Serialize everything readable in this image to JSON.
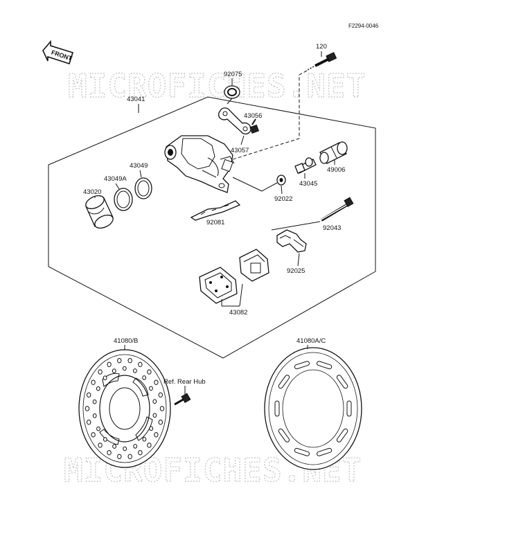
{
  "diagram_code": "F2294-0046",
  "front_arrow_label": "FRONT",
  "watermark": "MICROFICHES.NET",
  "callouts": {
    "p120": "120",
    "p92075": "92075",
    "p43041": "43041",
    "p43056": "43056",
    "p43057": "43057",
    "p43049": "43049",
    "p43049A": "43049A",
    "p43020": "43020",
    "p49006": "49006",
    "p43045": "43045",
    "p92022": "92022",
    "p92081": "92081",
    "p92043": "92043",
    "p92025": "92025",
    "p43082": "43082",
    "p41080B": "41080/B",
    "p41080AC": "41080A/C",
    "ref_rear_hub": "Ref. Rear Hub"
  }
}
